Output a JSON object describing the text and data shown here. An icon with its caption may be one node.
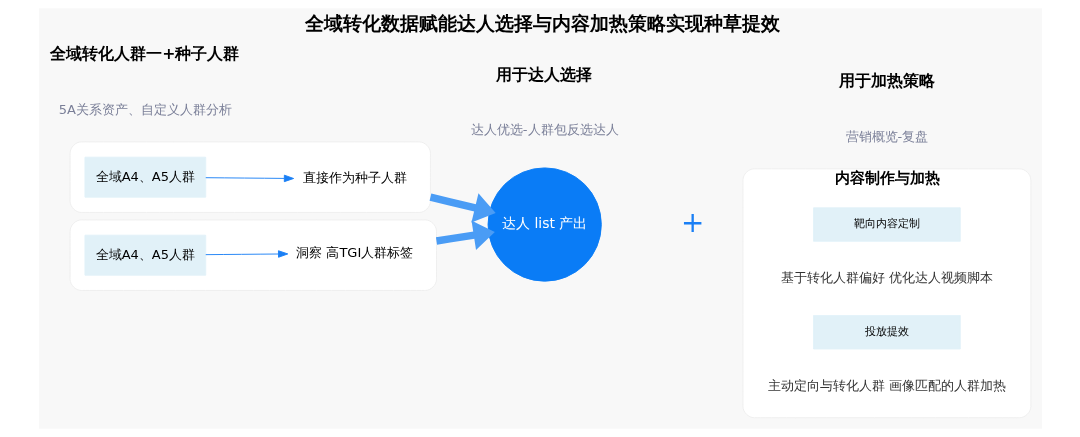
{
  "diagram": {
    "title": "全域转化数据赋能达人选择与内容加热策略实现种草提效",
    "nodes": [
      {
        "text": [],
        "shape": "box"
      },
      {
        "text": [
          "全域A4、A5人群"
        ],
        "in": 0
      },
      {
        "text": [
          "直接作为种子人群"
        ],
        "in": 0
      },
      {
        "text": [],
        "shape": "box"
      },
      {
        "text": [
          "全域A4、A5人群"
        ],
        "in": 3
      },
      {
        "text": [
          "洞察 高TGI人群标签"
        ],
        "in": 3
      },
      {
        "text": [
          "达人 list 产出"
        ]
      },
      {
        "text": [
          "内容制作与加热"
        ]
      },
      {
        "text": [
          "靶向内容定制"
        ],
        "in": 7,
        "beside": [
          "基于转化人群偏好 优化达人视频脚本"
        ]
      },
      {
        "text": [
          "投放提效"
        ],
        "in": 7,
        "beside": [
          "主动定向与转化人群 画像匹配的人群加热"
        ]
      }
    ],
    "edges": [
      {
        "from": 1,
        "to": 2,
        "arrow": "to"
      },
      {
        "from": 4,
        "to": 5,
        "arrow": "to"
      },
      {
        "from": 0,
        "to": 6,
        "arrow": "to",
        "style": "thick",
        "color": "#4a9cf5"
      },
      {
        "from": 3,
        "to": 6,
        "arrow": "to",
        "style": "thick",
        "color": "#4a9cf5"
      }
    ],
    "labels": [
      "全域转化人群一+种子人群",
      "5A关系资产、自定义人群分析",
      "用于达人选择",
      "达人优选-人群包反选达人",
      "用于加热策略",
      "营销概览-复盘",
      "+"
    ]
  }
}
